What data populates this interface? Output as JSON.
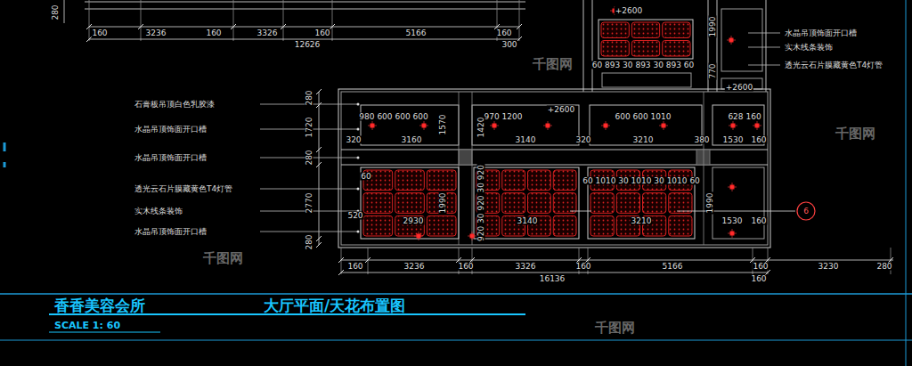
{
  "diagram": {
    "title": "大厅平面/天花布置图",
    "nodes": [
      {
        "text": [
          "6"
        ]
      }
    ],
    "labels": [
      "280",
      "160",
      "3236",
      "160",
      "3326",
      "160",
      "5166",
      "160",
      "12626",
      "300",
      "+2600",
      "60 893 30 893 30 893 60",
      "+2600",
      "770",
      "1990",
      "水晶吊顶饰面开口槽",
      "实木线条装饰",
      "透光云石片膜藏黄色T4灯管",
      "石膏板吊顶白色乳胶漆",
      "水晶吊顶饰面开口槽",
      "水晶吊顶饰面开口槽",
      "透光云石片膜藏黄色T4灯管",
      "实木线条装饰",
      "水晶吊顶饰面开口槽",
      "280",
      "1720",
      "280",
      "2770",
      "280",
      "+2600",
      "980 600 600 600",
      "320",
      "3160",
      "1570",
      "970 1200",
      "1420",
      "3140",
      "320",
      "600 600 1010",
      "3210",
      "380",
      "628 160",
      "1530",
      "160",
      "60",
      "60 1010 30 1010 30 1010 60",
      "1990",
      "920 30 920 30 920",
      "520",
      "2930",
      "3140",
      "3210",
      "1990",
      "1530",
      "160",
      "160",
      "3236",
      "160",
      "3326",
      "160",
      "5166",
      "160",
      "3230",
      "280",
      "16136",
      "160",
      "香香美容会所",
      "SCALE 1: 60",
      "千图网",
      "千图网",
      "千图网",
      "千图网"
    ]
  }
}
